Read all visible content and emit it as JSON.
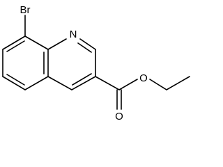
{
  "molecule": {
    "atoms": [
      {
        "id": "br",
        "symbol": "Br"
      },
      {
        "id": "n",
        "symbol": "N"
      },
      {
        "id": "o_carbonyl",
        "symbol": "O"
      },
      {
        "id": "o_ester",
        "symbol": "O"
      }
    ]
  }
}
